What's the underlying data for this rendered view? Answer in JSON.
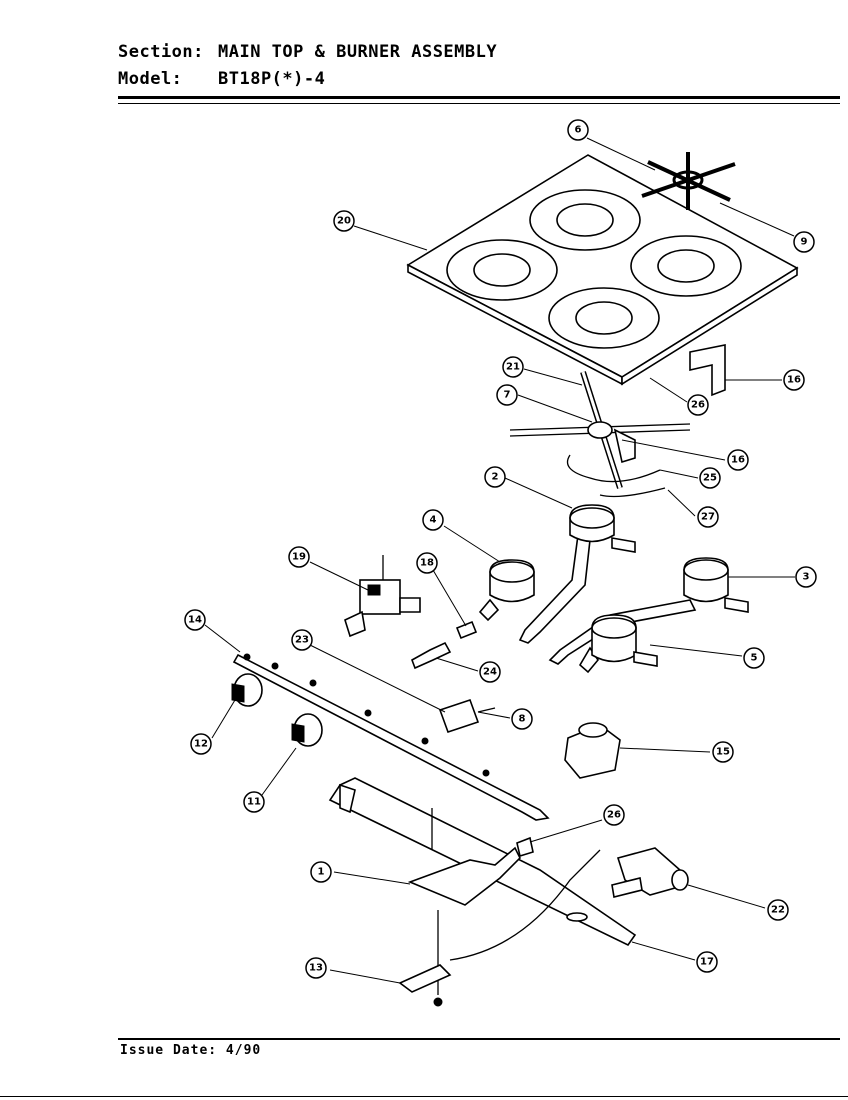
{
  "header": {
    "section_label": "Section:",
    "section_value": "MAIN TOP & BURNER ASSEMBLY",
    "model_label": "Model:",
    "model_value": "BT18P(*)-4"
  },
  "footer": {
    "issue_date": "Issue Date: 4/90"
  },
  "callouts": {
    "c1": "1",
    "c2": "2",
    "c3": "3",
    "c4": "4",
    "c5": "5",
    "c6": "6",
    "c7": "7",
    "c8": "8",
    "c9": "9",
    "c11": "11",
    "c12": "12",
    "c13": "13",
    "c14": "14",
    "c15": "15",
    "c16a": "16",
    "c16b": "16",
    "c17": "17",
    "c18": "18",
    "c19": "19",
    "c20": "20",
    "c21": "21",
    "c22": "22",
    "c23": "23",
    "c24": "24",
    "c25": "25",
    "c26a": "26",
    "c26b": "26",
    "c27": "27"
  }
}
